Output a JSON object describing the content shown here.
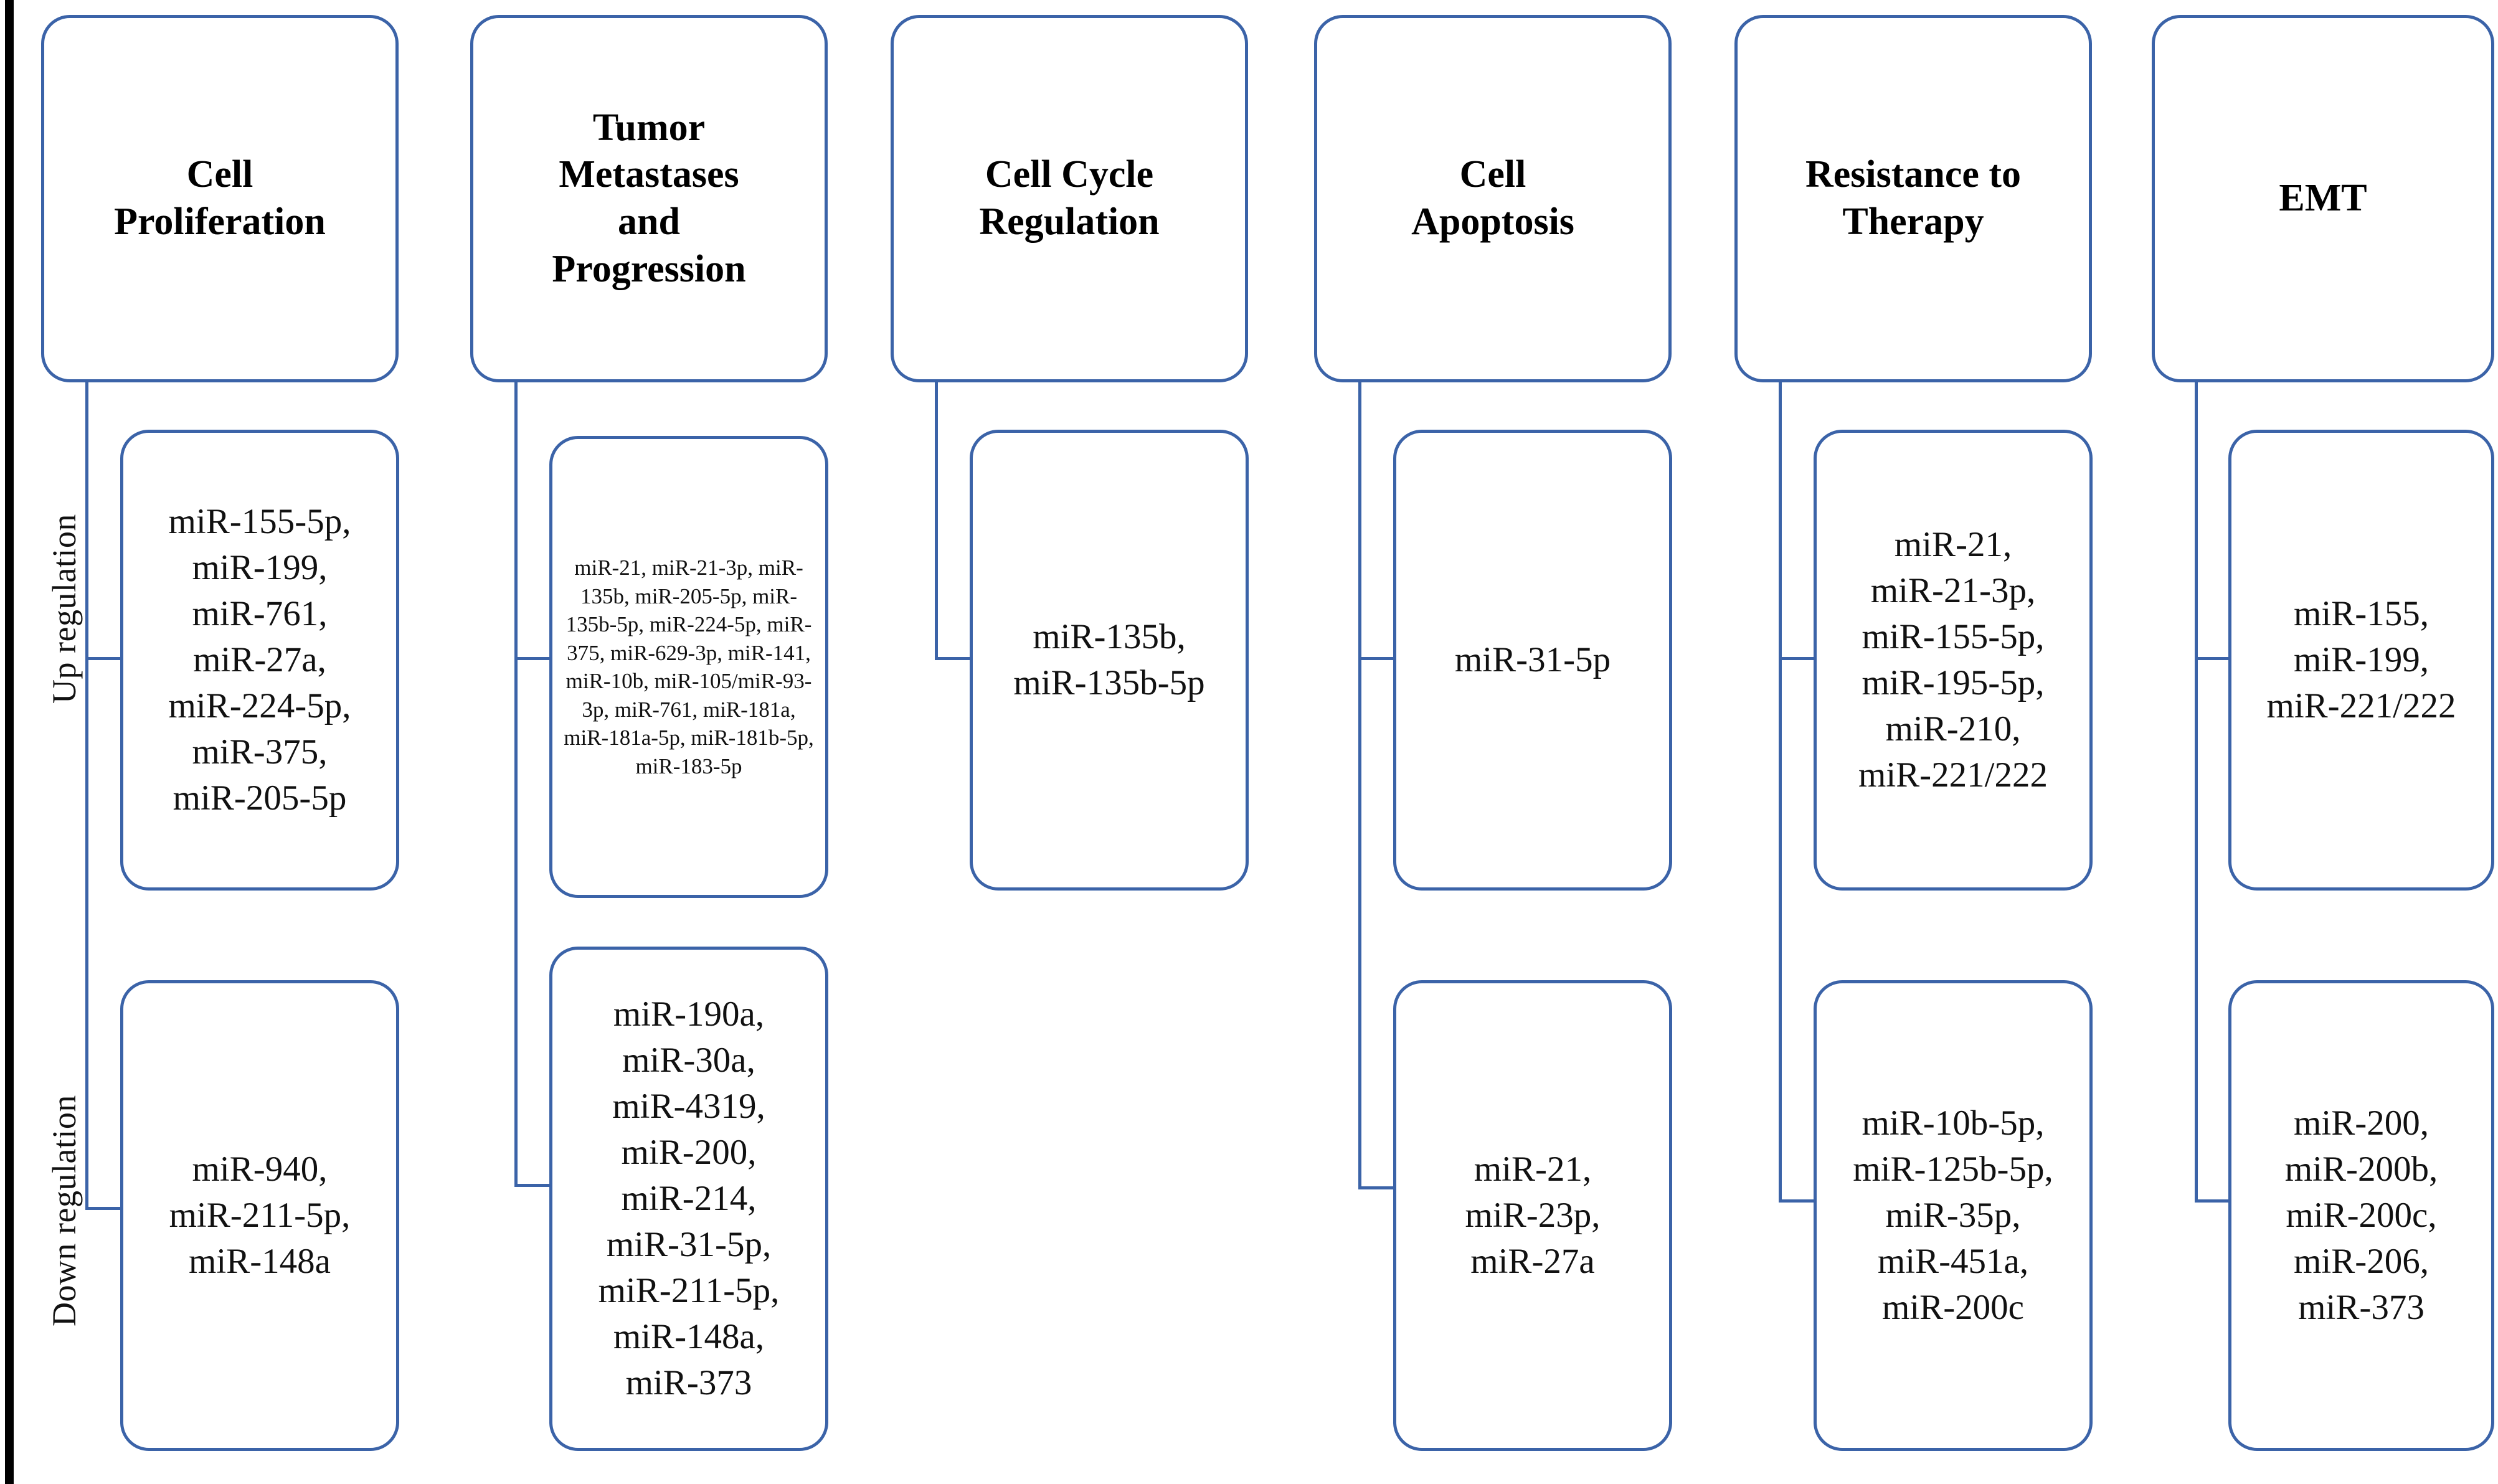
{
  "diagram": {
    "accent_color": "#3B63A8",
    "row_labels": {
      "up": "Up regulation",
      "down": "Down regulation"
    },
    "columns": [
      {
        "id": "cell-proliferation",
        "header": "Cell\nProliferation",
        "up": "miR-155-5p,\nmiR-199,\nmiR-761,\nmiR-27a,\nmiR-224-5p,\nmiR-375,\nmiR-205-5p",
        "down": "miR-940,\nmiR-211-5p,\nmiR-148a"
      },
      {
        "id": "tumor-metastases-and-progression",
        "header": "Tumor\nMetastases\nand\nProgression",
        "up": "miR-21, miR-21-3p, miR-135b, miR-205-5p, miR-135b-5p, miR-224-5p, miR-375, miR-629-3p, miR-141, miR-10b, miR-105/miR-93-3p, miR-761, miR-181a, miR-181a-5p, miR-181b-5p, miR-183-5p",
        "down": "miR-190a,\nmiR-30a,\nmiR-4319,\nmiR-200,\nmiR-214,\nmiR-31-5p,\nmiR-211-5p,\nmiR-148a,\nmiR-373"
      },
      {
        "id": "cell-cycle-regulation",
        "header": "Cell Cycle\nRegulation",
        "up": "miR-135b,\nmiR-135b-5p",
        "down": null
      },
      {
        "id": "cell-apoptosis",
        "header": "Cell\nApoptosis",
        "up": "miR-31-5p",
        "down": "miR-21,\nmiR-23p,\nmiR-27a"
      },
      {
        "id": "resistance-to-therapy",
        "header": "Resistance to\nTherapy",
        "up": "miR-21,\nmiR-21-3p,\nmiR-155-5p,\nmiR-195-5p,\nmiR-210,\nmiR-221/222",
        "down": "miR-10b-5p,\nmiR-125b-5p, miR-35p,\nmiR-451a,\nmiR-200c"
      },
      {
        "id": "emt",
        "header": "EMT",
        "up": "miR-155,\nmiR-199,\nmiR-221/222",
        "down": "miR-200,\nmiR-200b,\nmiR-200c,\nmiR-206,\nmiR-373"
      }
    ]
  }
}
